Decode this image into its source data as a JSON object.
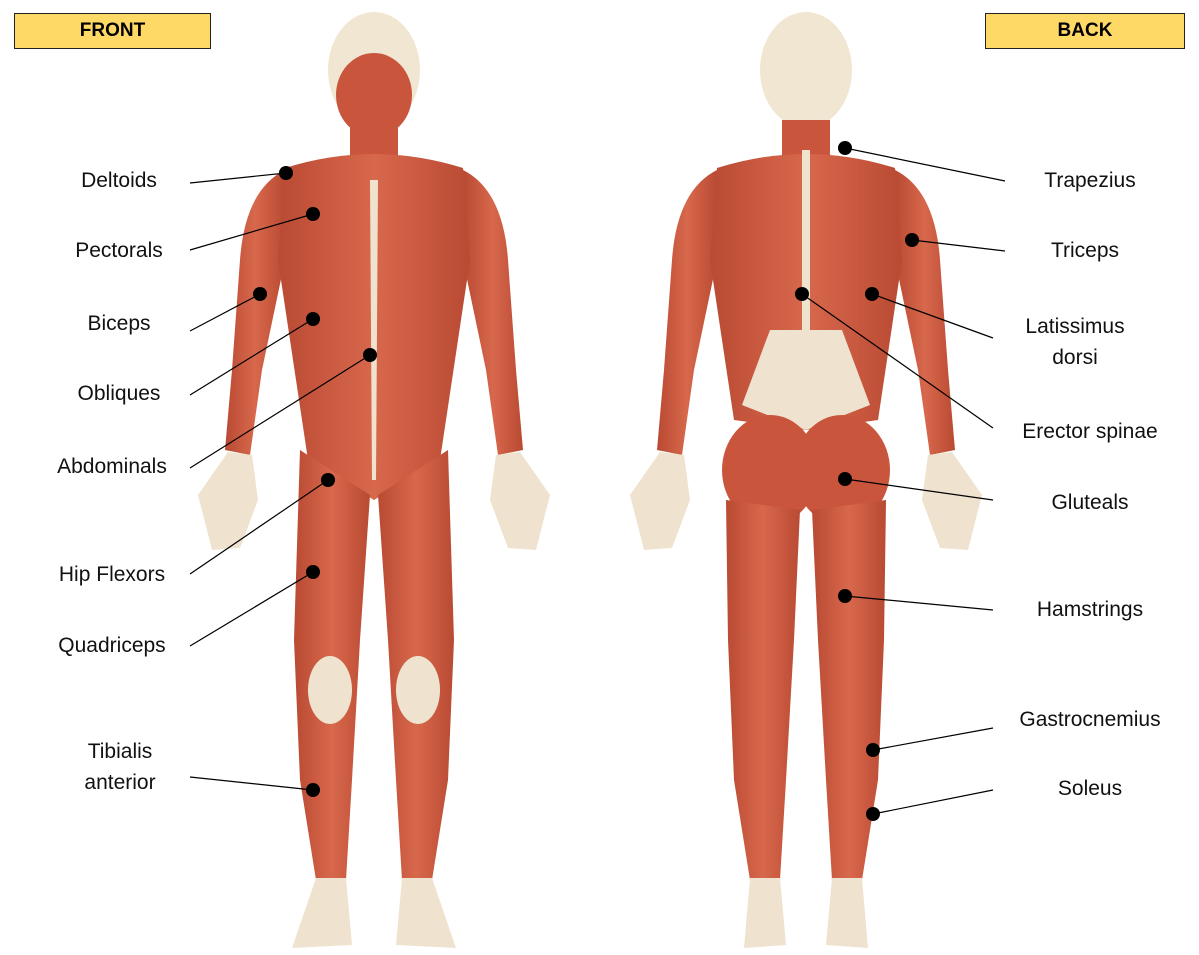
{
  "headers": {
    "front": "FRONT",
    "back": "BACK"
  },
  "colors": {
    "header_fill": "#ffd966",
    "muscle": "#c9553d",
    "muscle_dark": "#a83c2a",
    "tendon": "#efe3cf",
    "skin_head": "#f1e6d2",
    "label_text": "#111111",
    "dot": "#000000"
  },
  "front_labels": [
    {
      "id": "deltoids",
      "text": "Deltoids"
    },
    {
      "id": "pectorals",
      "text": "Pectorals"
    },
    {
      "id": "biceps",
      "text": "Biceps"
    },
    {
      "id": "obliques",
      "text": "Obliques"
    },
    {
      "id": "abdominals",
      "text": "Abdominals"
    },
    {
      "id": "hip-flexors",
      "text": "Hip Flexors"
    },
    {
      "id": "quadriceps",
      "text": "Quadriceps"
    },
    {
      "id": "tibialis-anterior",
      "text": "Tibialis anterior"
    }
  ],
  "back_labels": [
    {
      "id": "trapezius",
      "text": "Trapezius"
    },
    {
      "id": "triceps",
      "text": "Triceps"
    },
    {
      "id": "latissimus-dorsi",
      "text": "Latissimus dorsi"
    },
    {
      "id": "erector-spinae",
      "text": "Erector spinae"
    },
    {
      "id": "gluteals",
      "text": "Gluteals"
    },
    {
      "id": "hamstrings",
      "text": "Hamstrings"
    },
    {
      "id": "gastrocnemius",
      "text": "Gastrocnemius"
    },
    {
      "id": "soleus",
      "text": "Soleus"
    }
  ]
}
